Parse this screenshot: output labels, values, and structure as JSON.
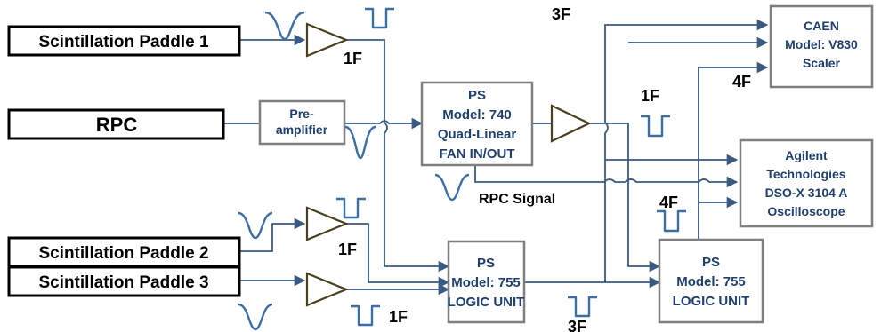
{
  "inputs": {
    "paddle1": "Scintillation Paddle 1",
    "rpc": "RPC",
    "paddle2": "Scintillation Paddle 2",
    "paddle3": "Scintillation Paddle 3"
  },
  "modules": {
    "preamp": [
      "Pre-",
      "amplifier"
    ],
    "fan": [
      "PS",
      "Model: 740",
      "Quad-Linear",
      "FAN IN/OUT"
    ],
    "logic1": [
      "PS",
      "Model: 755",
      "LOGIC UNIT"
    ],
    "logic2": [
      "PS",
      "Model: 755",
      "LOGIC UNIT"
    ],
    "scaler": [
      "CAEN",
      "Model: V830",
      "Scaler"
    ],
    "scope": [
      "Agilent",
      "Technologies",
      "DSO-X 3104 A",
      "Oscilloscope"
    ]
  },
  "labels": {
    "f1_top": "1F",
    "f1_mid": "1F",
    "f1_p2": "1F",
    "f1_p3": "1F",
    "f3_top": "3F",
    "f3_bottom": "3F",
    "f4_scaler": "4F",
    "f4_scope": "4F",
    "rpc_signal": "RPC Signal"
  },
  "colors": {
    "wire": "#3a5a80",
    "pulse": "#3a6ea5",
    "module_border": "#7f7f7f",
    "module_text": "#1f3f6e",
    "amplifier_outline": "#4a4020"
  }
}
